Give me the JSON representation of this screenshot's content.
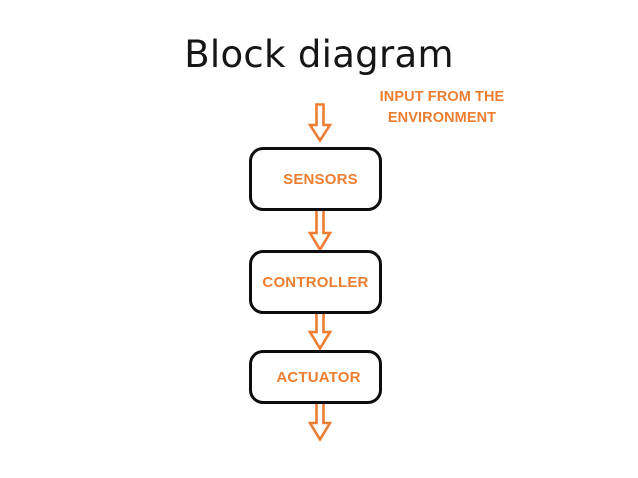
{
  "page": {
    "title": "Block diagram",
    "background_color": "#ffffff",
    "accent_color": "#ED7D31",
    "outline_color": "#0d0d0d",
    "title_color": "#161616"
  },
  "annotation": {
    "line1": "INPUT FROM THE",
    "line2": "ENVIRONMENT"
  },
  "blocks": [
    {
      "label": "SENSORS"
    },
    {
      "label": "CONTROLLER"
    },
    {
      "label": "ACTUATOR"
    }
  ],
  "arrows": [
    {
      "name": "input-arrow",
      "direction": "down"
    },
    {
      "name": "sensors-to-controller-arrow",
      "direction": "down"
    },
    {
      "name": "controller-to-actuator-arrow",
      "direction": "down"
    },
    {
      "name": "output-arrow",
      "direction": "down"
    }
  ]
}
